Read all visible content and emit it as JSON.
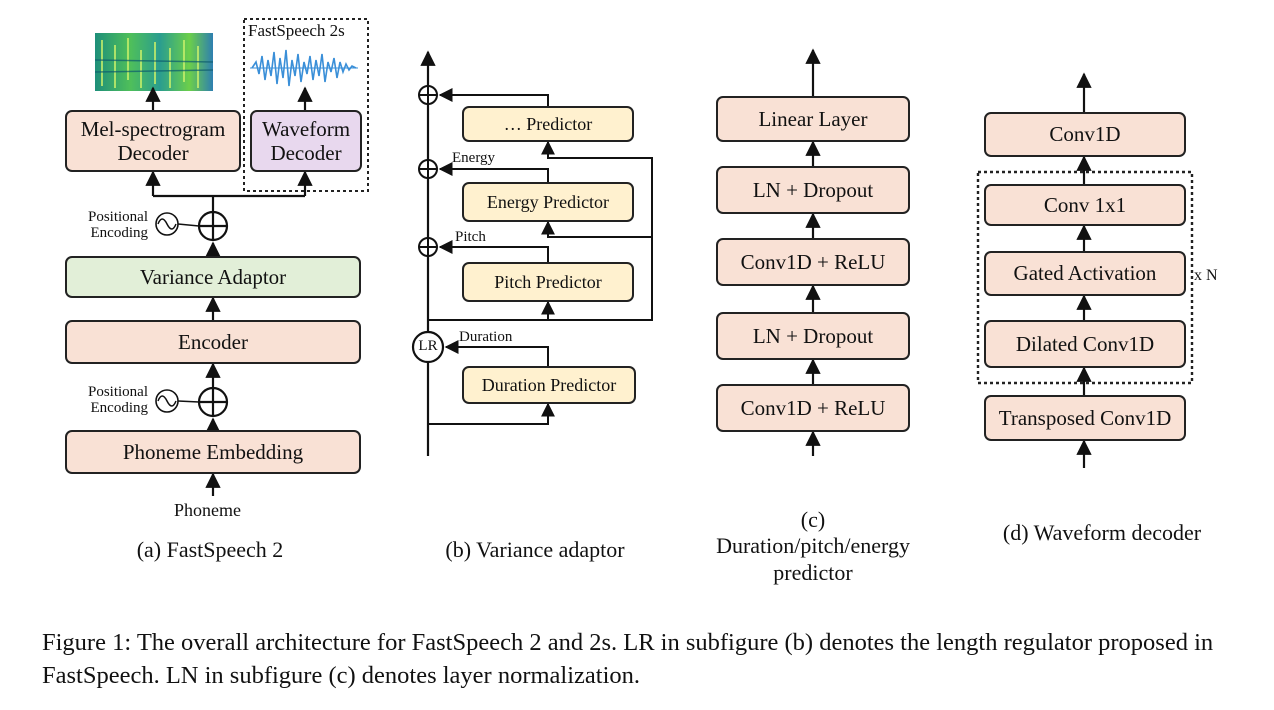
{
  "panel_a": {
    "fastspeech2s_label": "FastSpeech 2s",
    "mel_decoder": "Mel-spectrogram Decoder",
    "waveform_decoder": "Waveform Decoder",
    "positional_encoding": "Positional Encoding",
    "variance_adaptor": "Variance Adaptor",
    "encoder": "Encoder",
    "phoneme_embedding": "Phoneme Embedding",
    "phoneme": "Phoneme",
    "caption": "(a) FastSpeech 2"
  },
  "panel_b": {
    "generic_predictor": "… Predictor",
    "energy_predictor": "Energy Predictor",
    "pitch_predictor": "Pitch Predictor",
    "duration_predictor": "Duration Predictor",
    "energy_label": "Energy",
    "pitch_label": "Pitch",
    "duration_label": "Duration",
    "lr": "LR",
    "caption": "(b) Variance adaptor"
  },
  "panel_c": {
    "layers": [
      "Linear Layer",
      "LN + Dropout",
      "Conv1D + ReLU",
      "LN + Dropout",
      "Conv1D + ReLU"
    ],
    "caption_line1": "(c)",
    "caption_line2": "Duration/pitch/energy",
    "caption_line3": "predictor"
  },
  "panel_d": {
    "layers": [
      "Conv1D",
      "Conv 1x1",
      "Gated Activation",
      "Dilated Conv1D",
      "Transposed Conv1D"
    ],
    "repeat": "x N",
    "caption": "(d) Waveform decoder"
  },
  "figure_caption": "Figure 1: The overall architecture for FastSpeech 2 and 2s. LR in subfigure (b) denotes the length regulator proposed in FastSpeech. LN in subfigure (c) denotes layer normalization.",
  "colors": {
    "pink": "#f9e1d5",
    "green": "#e2efd8",
    "yellow": "#fff1cf",
    "purple": "#e8d8ee"
  }
}
